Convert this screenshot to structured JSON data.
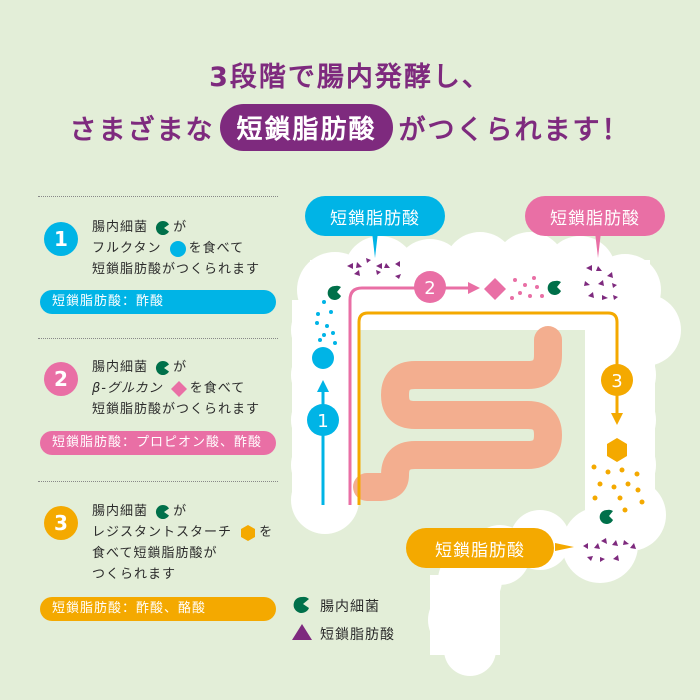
{
  "title": {
    "line1": "3段階で腸内発酵し、",
    "line2_prefix": "さまざまな",
    "line2_highlight": "短鎖脂肪酸",
    "line2_suffix": "がつくられます！"
  },
  "colors": {
    "background": "#e3eed8",
    "purple": "#7e2a7e",
    "blue": "#00b4e6",
    "pink": "#e96fa5",
    "orange": "#f4a900",
    "green": "#00704a",
    "intestine": "#f3ae8f"
  },
  "steps": [
    {
      "number": "1",
      "line1": "腸内細菌",
      "line1_suffix": "が",
      "line2": "フルクタン",
      "line2_suffix": "を食べて",
      "line3": "短鎖脂肪酸がつくられます",
      "line4": "",
      "pill": "短鎖脂肪酸：酢酸",
      "food_icon": "circle-icon"
    },
    {
      "number": "2",
      "line1": "腸内細菌",
      "line1_suffix": "が",
      "line2": "β-グルカン",
      "line2_suffix": "を食べて",
      "line3": "短鎖脂肪酸がつくられます",
      "line4": "",
      "pill": "短鎖脂肪酸：プロピオン酸、酢酸",
      "food_icon": "diamond-icon"
    },
    {
      "number": "3",
      "line1": "腸内細菌",
      "line1_suffix": "が",
      "line2": "レジスタントスターチ",
      "line2_suffix": "を",
      "line3": "食べて短鎖脂肪酸が",
      "line4": "つくられます",
      "pill": "短鎖脂肪酸：酢酸、酪酸",
      "food_icon": "hexagon-icon"
    }
  ],
  "diagram": {
    "bubble_blue": "短鎖脂肪酸",
    "bubble_pink": "短鎖脂肪酸",
    "bubble_orange": "短鎖脂肪酸",
    "marker1": "1",
    "marker2": "2",
    "marker3": "3"
  },
  "legend": [
    {
      "icon": "bacteria-icon",
      "label": "腸内細菌"
    },
    {
      "icon": "triangle-icon",
      "label": "短鎖脂肪酸"
    }
  ]
}
